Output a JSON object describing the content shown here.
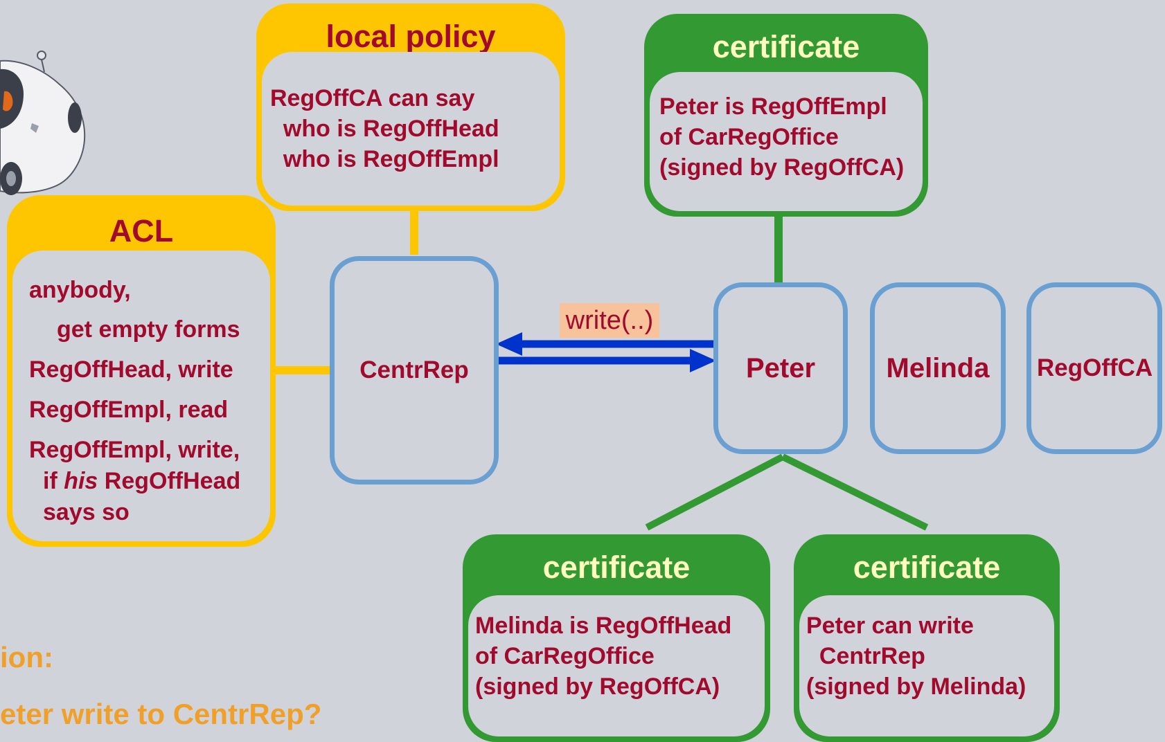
{
  "local_policy": {
    "title": "local policy",
    "text": "RegOffCA can say\n  who is RegOffHead\n  who is RegOffEmpl"
  },
  "acl": {
    "title": "ACL",
    "lines": [
      "anybody,",
      "get empty forms",
      "RegOffHead, write",
      "RegOffEmpl, read",
      "RegOffEmpl, write,"
    ],
    "if_prefix": "if ",
    "his": "his",
    "if_suffix": " RegOffHead",
    "says_so": "says so"
  },
  "cert_peter_empl": {
    "title": "certificate",
    "text": "Peter is RegOffEmpl\nof CarRegOffice\n(signed by RegOffCA)"
  },
  "cert_melinda_head": {
    "title": "certificate",
    "text": "Melinda is RegOffHead\nof CarRegOffice\n(signed by RegOffCA)"
  },
  "cert_peter_write": {
    "title": "certificate",
    "text": "Peter can write\n  CentrRep\n(signed by Melinda)"
  },
  "principals": {
    "centrrep": "CentrRep",
    "peter": "Peter",
    "melinda": "Melinda",
    "regoffca": "RegOffCA"
  },
  "message": "write(..)",
  "question": {
    "line1": "ion:",
    "line2": "eter write to CentrRep?"
  },
  "colors": {
    "background": "#d0d3da",
    "policy_yellow": "#fec600",
    "certificate_green": "#339933",
    "principal_blue": "#6a9fd2",
    "arrow_blue": "#0033cc",
    "text_red": "#a10a2c",
    "question_orange": "#f0a028",
    "message_highlight": "#f8c29a"
  }
}
